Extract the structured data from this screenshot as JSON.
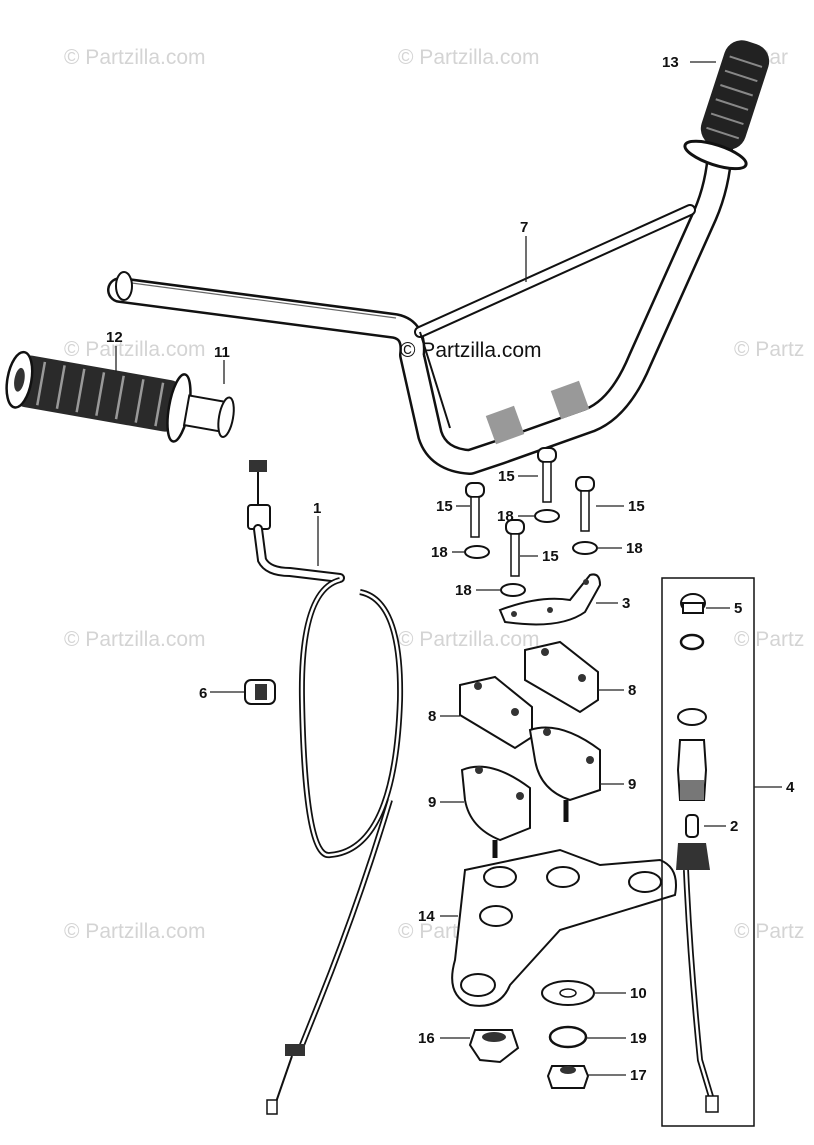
{
  "watermark": {
    "text": "© Partzilla.com",
    "faint_text": "© Partzilla.com",
    "faint_partial": "© Partz",
    "faint_partial_right": "© Par"
  },
  "callouts": {
    "p1": "1",
    "p2": "2",
    "p3": "3",
    "p4": "4",
    "p5": "5",
    "p6": "6",
    "p7": "7",
    "p8a": "8",
    "p8b": "8",
    "p9a": "9",
    "p9b": "9",
    "p10": "10",
    "p11": "11",
    "p12": "12",
    "p13": "13",
    "p14": "14",
    "p15a": "15",
    "p15b": "15",
    "p15c": "15",
    "p15d": "15",
    "p16": "16",
    "p17": "17",
    "p18a": "18",
    "p18b": "18",
    "p18c": "18",
    "p18d": "18",
    "p19": "19"
  }
}
